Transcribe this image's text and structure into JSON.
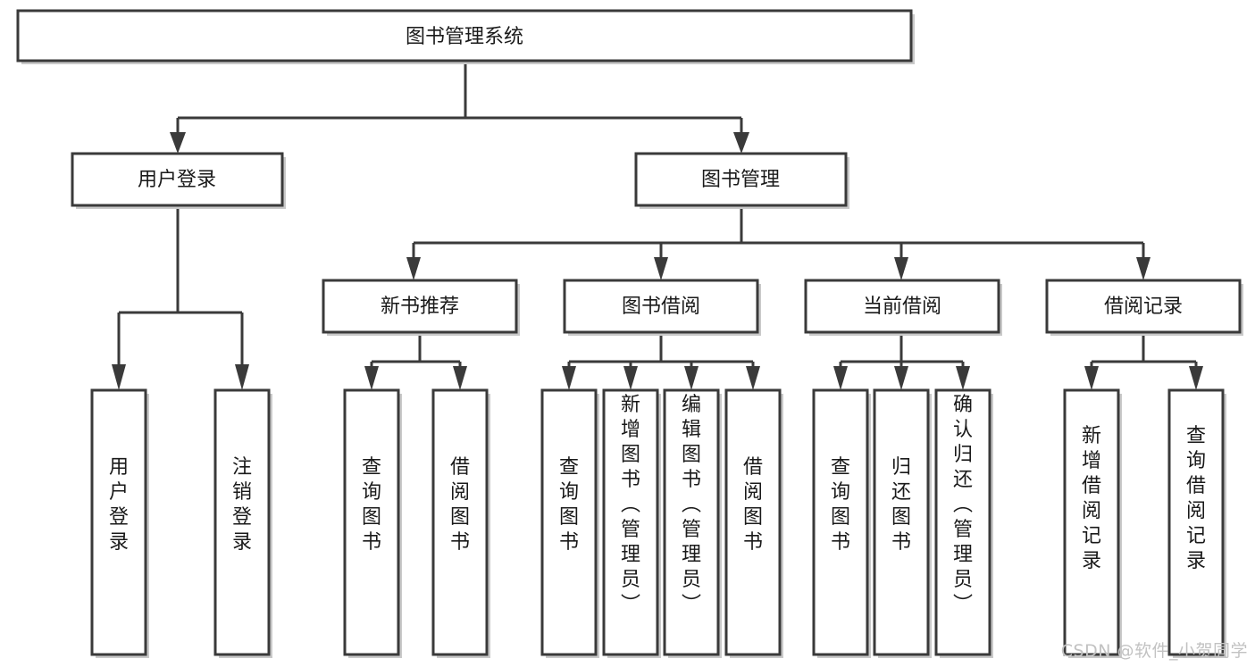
{
  "diagram": {
    "type": "tree",
    "title": "图书管理系统",
    "watermark": "CSDN @软件_小贺同学",
    "colors": {
      "box_stroke": "#3a3a3a",
      "box_fill": "#ffffff",
      "text": "#1a1a1a",
      "watermark": "#c2c2c2",
      "background": "#ffffff"
    },
    "levels": [
      {
        "level": 1,
        "nodes": [
          {
            "id": "root",
            "label": "图书管理系统",
            "orientation": "horizontal"
          }
        ]
      },
      {
        "level": 2,
        "nodes": [
          {
            "id": "user-login",
            "label": "用户登录",
            "orientation": "horizontal",
            "parent": "root"
          },
          {
            "id": "book-manage",
            "label": "图书管理",
            "orientation": "horizontal",
            "parent": "root"
          }
        ]
      },
      {
        "level": 3,
        "nodes": [
          {
            "id": "new-book-rec",
            "label": "新书推荐",
            "orientation": "horizontal",
            "parent": "book-manage"
          },
          {
            "id": "book-borrow",
            "label": "图书借阅",
            "orientation": "horizontal",
            "parent": "book-manage"
          },
          {
            "id": "current-borrow",
            "label": "当前借阅",
            "orientation": "horizontal",
            "parent": "book-manage"
          },
          {
            "id": "borrow-record",
            "label": "借阅记录",
            "orientation": "horizontal",
            "parent": "book-manage"
          }
        ]
      },
      {
        "level": 4,
        "nodes": [
          {
            "id": "leaf-user-login",
            "label": "用户登录",
            "orientation": "vertical",
            "parent": "user-login"
          },
          {
            "id": "leaf-logout",
            "label": "注销登录",
            "orientation": "vertical",
            "parent": "user-login"
          },
          {
            "id": "leaf-query-book-1",
            "label": "查询图书",
            "orientation": "vertical",
            "parent": "new-book-rec"
          },
          {
            "id": "leaf-borrow-book-1",
            "label": "借阅图书",
            "orientation": "vertical",
            "parent": "new-book-rec"
          },
          {
            "id": "leaf-query-book-2",
            "label": "查询图书",
            "orientation": "vertical",
            "parent": "book-borrow"
          },
          {
            "id": "leaf-add-book",
            "label": "新增图书（管理员）",
            "orientation": "vertical",
            "parent": "book-borrow"
          },
          {
            "id": "leaf-edit-book",
            "label": "编辑图书（管理员）",
            "orientation": "vertical",
            "parent": "book-borrow"
          },
          {
            "id": "leaf-borrow-book-2",
            "label": "借阅图书",
            "orientation": "vertical",
            "parent": "book-borrow"
          },
          {
            "id": "leaf-query-book-3",
            "label": "查询图书",
            "orientation": "vertical",
            "parent": "current-borrow"
          },
          {
            "id": "leaf-return-book",
            "label": "归还图书",
            "orientation": "vertical",
            "parent": "current-borrow"
          },
          {
            "id": "leaf-confirm-return",
            "label": "确认归还（管理员）",
            "orientation": "vertical",
            "parent": "current-borrow"
          },
          {
            "id": "leaf-add-record",
            "label": "新增借阅记录",
            "orientation": "vertical",
            "parent": "borrow-record"
          },
          {
            "id": "leaf-query-record",
            "label": "查询借阅记录",
            "orientation": "vertical",
            "parent": "borrow-record"
          }
        ]
      }
    ]
  }
}
